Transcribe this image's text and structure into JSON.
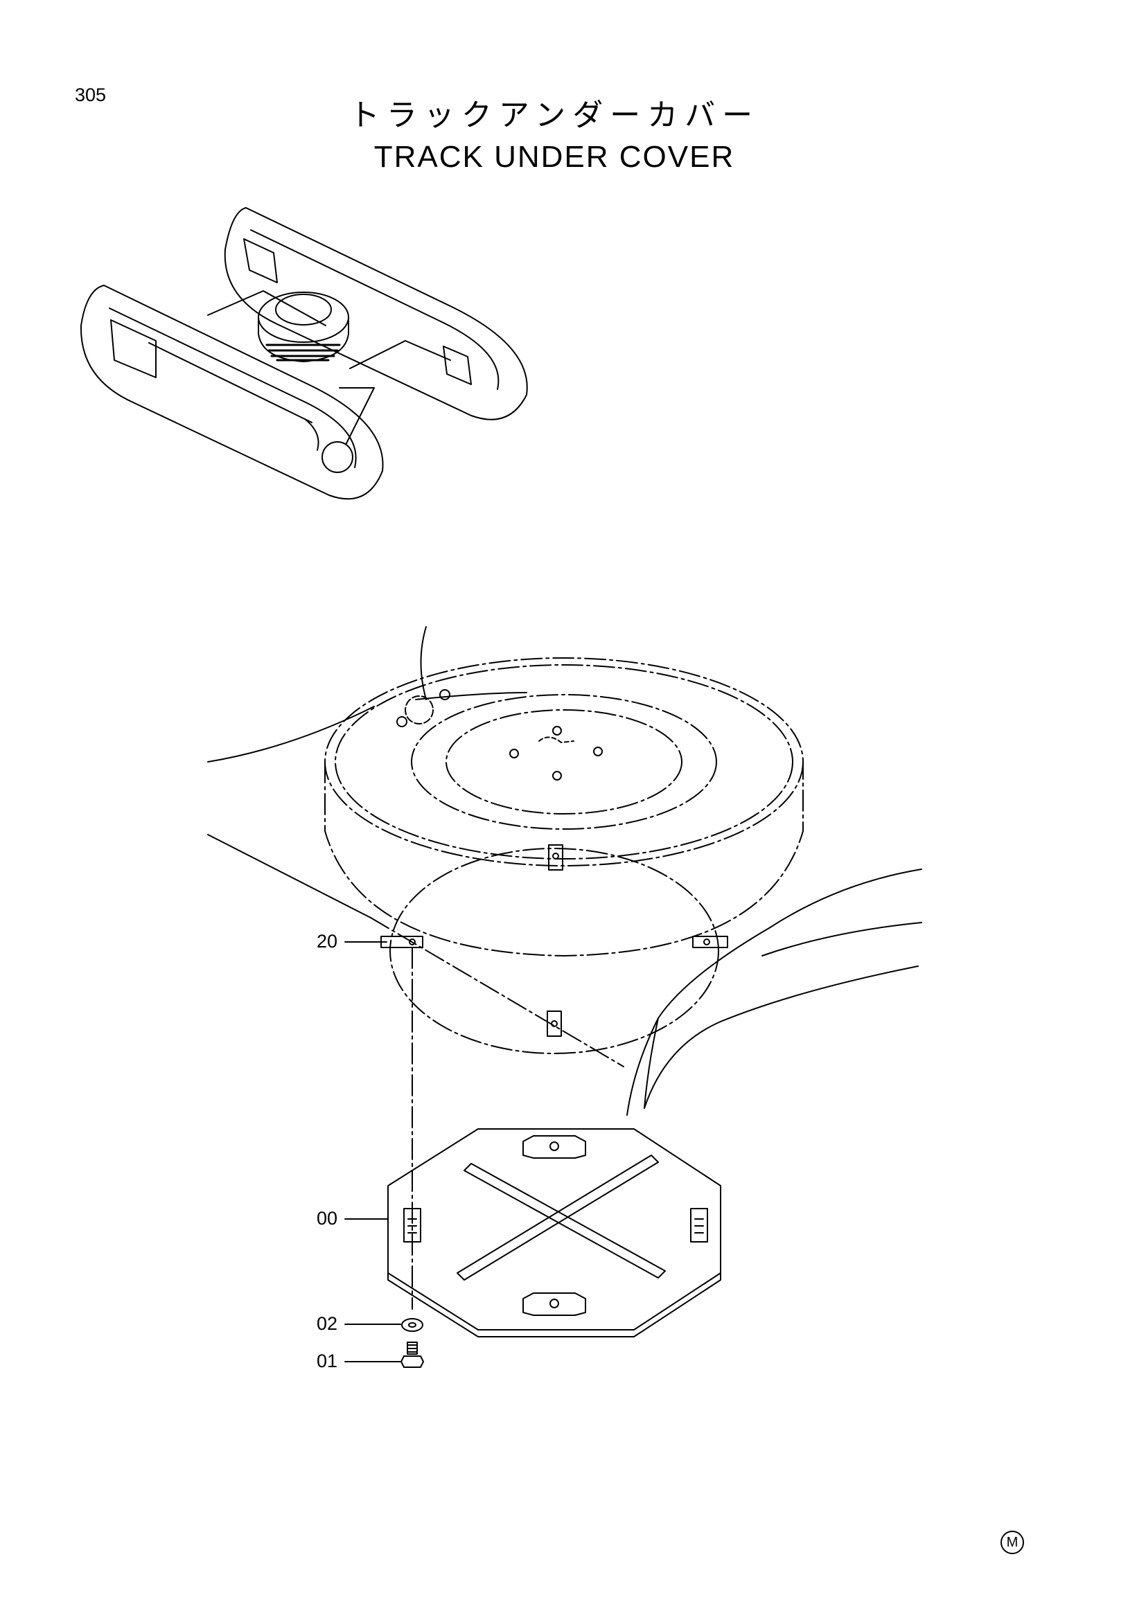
{
  "header": {
    "page_number": "305",
    "title_ja": "トラックアンダーカバー",
    "title_en": "TRACK UNDER COVER"
  },
  "callouts": [
    {
      "id": "20",
      "label": "20"
    },
    {
      "id": "00",
      "label": "00"
    },
    {
      "id": "02",
      "label": "02"
    },
    {
      "id": "01",
      "label": "01"
    }
  ],
  "footer": {
    "mark": "M"
  }
}
